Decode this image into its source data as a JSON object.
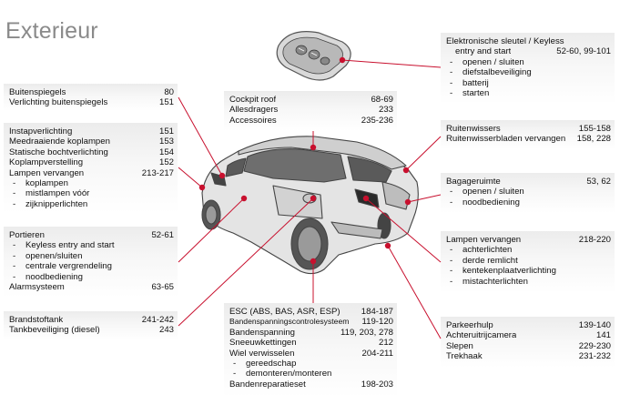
{
  "title": "Exterieur",
  "boxes": {
    "mirrors": {
      "rows": [
        {
          "label": "Buitenspiegels",
          "pages": "80"
        },
        {
          "label": "Verlichting buitenspiegels",
          "pages": "151"
        }
      ]
    },
    "lighting": {
      "rows": [
        {
          "label": "Instapverlichting",
          "pages": "151"
        },
        {
          "label": "Meedraaiende koplampen",
          "pages": "153"
        },
        {
          "label": "Statische bochtverlichting",
          "pages": "154"
        },
        {
          "label": "Koplampverstelling",
          "pages": "152"
        },
        {
          "label": "Lampen vervangen",
          "pages": "213-217"
        }
      ],
      "subitems": [
        "koplampen",
        "mistlampen vóór",
        "zijknipperlichten"
      ]
    },
    "doors": {
      "rows": [
        {
          "label": "Portieren",
          "pages": "52-61"
        }
      ],
      "subitems": [
        "Keyless entry and start",
        "openen/sluiten",
        "centrale vergrendeling",
        "noodbediening"
      ],
      "footer": {
        "label": "Alarmsysteem",
        "pages": "63-65"
      }
    },
    "fuel": {
      "rows": [
        {
          "label": "Brandstoftank",
          "pages": "241-242"
        },
        {
          "label": "Tankbeveiliging (diesel)",
          "pages": "243"
        }
      ]
    },
    "roof": {
      "rows": [
        {
          "label": "Cockpit roof",
          "pages": "68-69"
        },
        {
          "label": "Allesdragers",
          "pages": "233"
        },
        {
          "label": "Accessoires",
          "pages": "235-236"
        }
      ]
    },
    "tyres": {
      "rows": [
        {
          "label": "ESC (ABS, BAS, ASR, ESP)",
          "pages": "184-187"
        },
        {
          "label": "Bandenspanningscontrolesysteem",
          "pages": "119-120"
        },
        {
          "label": "Bandenspanning",
          "pages": "119, 203, 278"
        },
        {
          "label": "Sneeuwkettingen",
          "pages": "212"
        },
        {
          "label": "Wiel verwisselen",
          "pages": "204-211"
        }
      ],
      "subitems": [
        "gereedschap",
        "demonteren/monteren"
      ],
      "footer": {
        "label": "Bandenreparatieset",
        "pages": "198-203"
      }
    },
    "key": {
      "head": "Elektronische sleutel / Keyless",
      "rows": [
        {
          "label": "entry and start",
          "pages": "52-60, 99-101"
        }
      ],
      "subitems": [
        "openen / sluiten",
        "diefstalbeveiliging",
        "batterij",
        "starten"
      ]
    },
    "wipers": {
      "rows": [
        {
          "label": "Ruitenwissers",
          "pages": "155-158"
        },
        {
          "label": "Ruitenwisserbladen vervangen",
          "pages": "158, 228"
        }
      ]
    },
    "boot": {
      "rows": [
        {
          "label": "Bagageruimte",
          "pages": "53, 62"
        }
      ],
      "subitems": [
        "openen / sluiten",
        "noodbediening"
      ]
    },
    "rearlamps": {
      "rows": [
        {
          "label": "Lampen vervangen",
          "pages": "218-220"
        }
      ],
      "subitems": [
        "achterlichten",
        "derde remlicht",
        "kentekenplaatverlichting",
        "mistachterlichten"
      ]
    },
    "parking": {
      "rows": [
        {
          "label": "Parkeerhulp",
          "pages": "139-140"
        },
        {
          "label": "Achteruitrijcamera",
          "pages": "141"
        },
        {
          "label": "Slepen",
          "pages": "229-230"
        },
        {
          "label": "Trekhaak",
          "pages": "231-232"
        }
      ]
    }
  },
  "colors": {
    "leader": "#c8102e",
    "box": "#ececec",
    "title": "#8a8a8a"
  }
}
